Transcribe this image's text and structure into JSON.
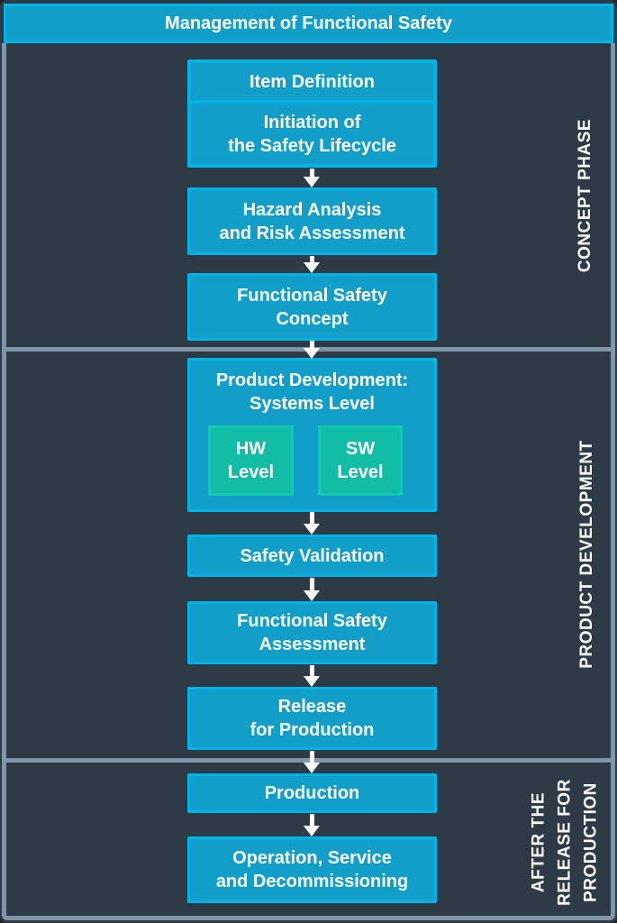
{
  "header": {
    "title": "Management of Functional Safety"
  },
  "sections": [
    {
      "label": "CONCEPT PHASE"
    },
    {
      "label": "PRODUCT DEVELOPMENT"
    },
    {
      "label": "AFTER THE\nRELEASE FOR\nPRODUCTION"
    }
  ],
  "flow": {
    "item_definition": "Item Definition",
    "initiation": "Initiation of\nthe Safety Lifecycle",
    "hazard": "Hazard Analysis\nand Risk Assessment",
    "concept": "Functional Safety\nConcept",
    "systems": "Product Development:\nSystems Level",
    "hw": "HW\nLevel",
    "sw": "SW\nLevel",
    "validation": "Safety Validation",
    "assessment": "Functional Safety\nAssessment",
    "release": "Release\nfor Production",
    "production": "Production",
    "operation": "Operation, Service\nand Decommissioning"
  },
  "icons": {
    "flow_connector": "arrow-down"
  },
  "colors": {
    "background": "#2e3a46",
    "box_fill": "#119fc9",
    "box_border": "#00b4e7",
    "green_fill": "#12bda5",
    "green_border": "#0fcaae",
    "frame": "#8095a9",
    "text": "#ffffff"
  }
}
